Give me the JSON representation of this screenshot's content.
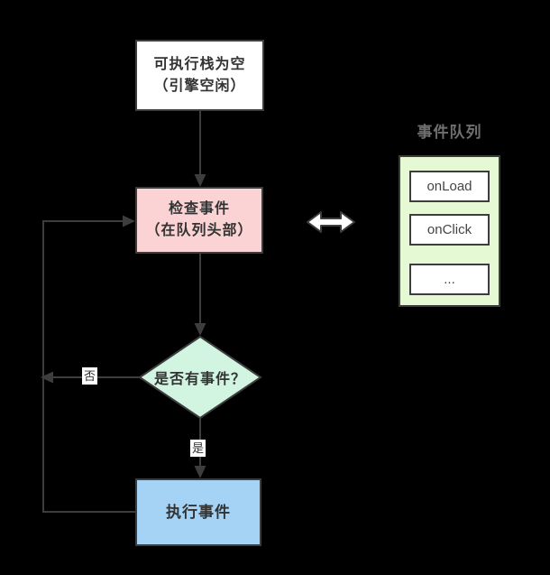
{
  "diagram": {
    "background": "#000000",
    "line_color": "#3d3d3d",
    "text_color": "#333333",
    "nodes": {
      "stack_empty": {
        "line1": "可执行栈为空",
        "line2": "（引擎空闲）",
        "fill": "#ffffff"
      },
      "check_event": {
        "line1": "检查事件",
        "line2": "（在队列头部）",
        "fill": "#fbd3d4"
      },
      "has_event": {
        "label": "是否有事件？",
        "fill": "#d2f5e2"
      },
      "run_event": {
        "label": "执行事件",
        "fill": "#a5d3f6"
      }
    },
    "edge_labels": {
      "no": "否",
      "yes": "是"
    },
    "event_queue": {
      "title": "事件队列",
      "title_color": "#6f6f6f",
      "fill": "#e4f9d4",
      "items": [
        "onLoad",
        "onClick",
        "..."
      ]
    },
    "sync_arrow_color": "#ffffff"
  }
}
